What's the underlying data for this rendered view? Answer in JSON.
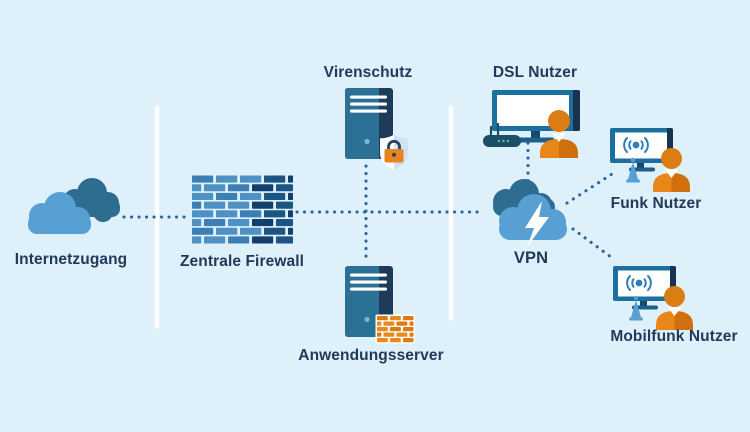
{
  "diagram": {
    "type": "network-security-diagram",
    "nodes": {
      "internet": {
        "label": "Internetzugang",
        "icon": "cloud-icon"
      },
      "firewall": {
        "label": "Zentrale Firewall",
        "icon": "brick-wall-icon"
      },
      "antivirus": {
        "label": "Virenschutz",
        "icon": "server-shield-lock-icon"
      },
      "appserver": {
        "label": "Anwendungsserver",
        "icon": "server-brick-wall-icon"
      },
      "vpn": {
        "label": "VPN",
        "icon": "cloud-lightning-icon"
      },
      "dsl": {
        "label": "DSL Nutzer",
        "icon": "monitor-router-user-icon"
      },
      "funk": {
        "label": "Funk Nutzer",
        "icon": "monitor-wifi-user-icon"
      },
      "mobilfunk": {
        "label": "Mobilfunk Nutzer",
        "icon": "monitor-wifi-user-icon"
      }
    },
    "edges": [
      {
        "from": "Internetzugang",
        "to": "Zentrale Firewall",
        "style": "dotted"
      },
      {
        "from": "Zentrale Firewall",
        "to": "VPN",
        "style": "dotted"
      },
      {
        "from": "Virenschutz",
        "to": "Anwendungsserver",
        "style": "dotted"
      },
      {
        "from": "VPN",
        "to": "DSL Nutzer",
        "style": "dotted"
      },
      {
        "from": "VPN",
        "to": "Funk Nutzer",
        "style": "dotted"
      },
      {
        "from": "VPN",
        "to": "Mobilfunk Nutzer",
        "style": "dotted"
      }
    ]
  },
  "colors": {
    "background": "#def0fa",
    "label_text": "#21395b",
    "dot_line": "#2a65a0",
    "separator_white": "#ffffff",
    "cloud_dark": "#2d6d90",
    "cloud_light": "#58a0d4",
    "server_body": "#2b7195",
    "server_edge": "#1e3c59",
    "brick_light_1": "#4e92c5",
    "brick_light_2": "#3c7fb4",
    "brick_dark_1": "#1c5484",
    "brick_dark_2": "#123f6b",
    "orange_brick_1": "#ea8a1e",
    "orange_brick_2": "#de7a12",
    "orange_brick_dark": "#c9660b",
    "person_orange": "#e8861a",
    "person_orange_dark": "#cf6f0e",
    "lock_orange": "#e8831d",
    "monitor_frame": "#1c6f9e",
    "monitor_edge": "#16344f",
    "router_navy": "#1b4f66",
    "antenna_blue": "#58a0d4",
    "wifi_blue": "#2e7cb8",
    "led_dot": "#79b5d6",
    "shield_half": "#cde3f3"
  }
}
